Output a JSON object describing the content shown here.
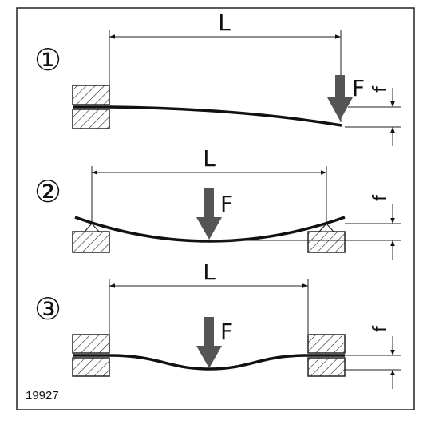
{
  "diagram": {
    "figure_id": "19927",
    "cases": [
      {
        "number": "①",
        "length_label": "L",
        "force_label": "F",
        "deflection_label": "f"
      },
      {
        "number": "②",
        "length_label": "L",
        "force_label": "F",
        "deflection_label": "f"
      },
      {
        "number": "③",
        "length_label": "L",
        "force_label": "F",
        "deflection_label": "f"
      }
    ]
  }
}
